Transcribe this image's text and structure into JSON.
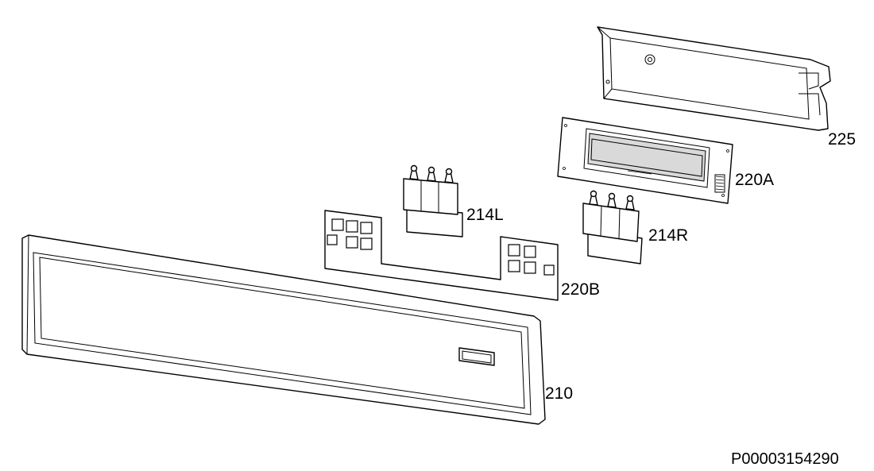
{
  "labels": {
    "part_225": "225",
    "part_220A": "220A",
    "part_214L": "214L",
    "part_214R": "214R",
    "part_220B": "220B",
    "part_210": "210"
  },
  "document_id": "P00003154290",
  "colors": {
    "line": "#000000",
    "fill": "#ffffff",
    "shade": "#d9d9d9"
  }
}
